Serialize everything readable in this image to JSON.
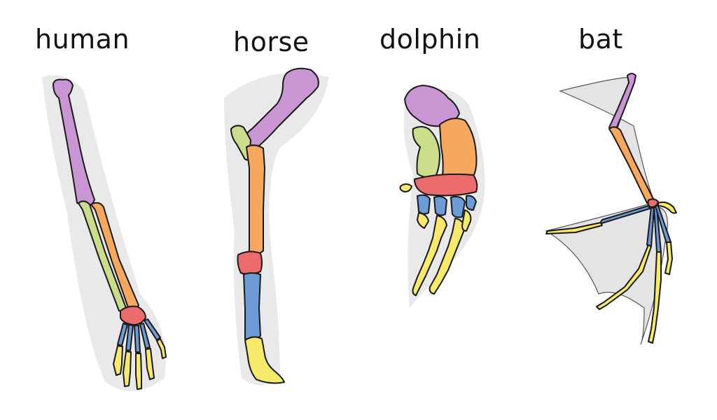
{
  "labels": {
    "human": "human",
    "horse": "horse",
    "dolphin": "dolphin",
    "bat": "bat"
  },
  "colors": {
    "humerus": "#c995d2",
    "radius": "#f5a85e",
    "ulna": "#c9dd8a",
    "carpals": "#ec6b6b",
    "metacarpals": "#6d9bd5",
    "phalanges": "#f7ea6a",
    "shadow": "#e9e9e9",
    "outline": "#1a1a1a"
  }
}
